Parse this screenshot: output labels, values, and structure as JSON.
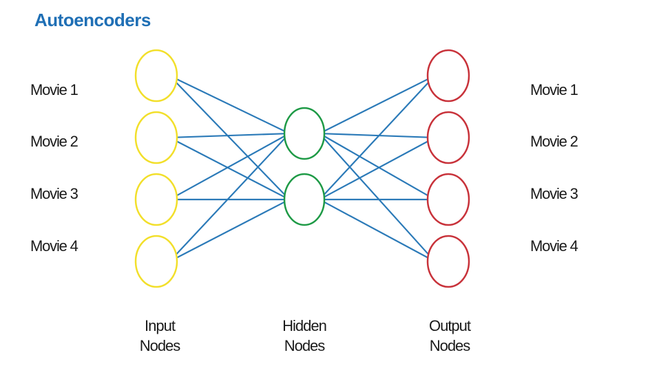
{
  "title": "Autoencoders",
  "colors": {
    "title": "#1f6fb5",
    "edge": "#2b7ab8",
    "input_node": "#f2df2a",
    "hidden_node": "#1e9a46",
    "output_node": "#c8323a"
  },
  "input_labels": [
    "Movie 1",
    "Movie 2",
    "Movie 3",
    "Movie 4"
  ],
  "output_labels": [
    "Movie 1",
    "Movie 2",
    "Movie 3",
    "Movie 4"
  ],
  "captions": {
    "input": [
      "Input",
      "Nodes"
    ],
    "hidden": [
      "Hidden",
      "Nodes"
    ],
    "output": [
      "Output",
      "Nodes"
    ]
  }
}
